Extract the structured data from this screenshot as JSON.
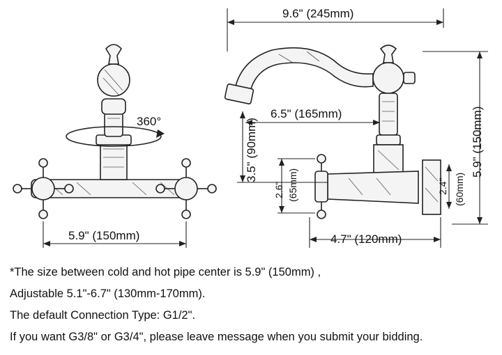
{
  "dimensions": {
    "spout_reach": "9.6\" (245mm)",
    "spout_length": "6.5\" (165mm)",
    "total_height": "5.9\" (150mm)",
    "spout_height": "3.5\" (90mm)",
    "wall_height_a": "2.6\"",
    "wall_height_a_mm": "(65mm)",
    "wall_height_b": "2.4\"",
    "wall_height_b_mm": "(60mm)",
    "depth": "4.7\" (120mm)",
    "center_distance": "5.9\" (150mm)",
    "rotation": "360°"
  },
  "notes": [
    "*The size between cold and hot pipe center is 5.9\" (150mm) ,",
    "Adjustable 5.1\"-6.7\" (130mm-170mm).",
    "The default Connection Type: G1/2\".",
    "If you want G3/8\" or G3/4\", please leave message when you submit your bidding."
  ]
}
